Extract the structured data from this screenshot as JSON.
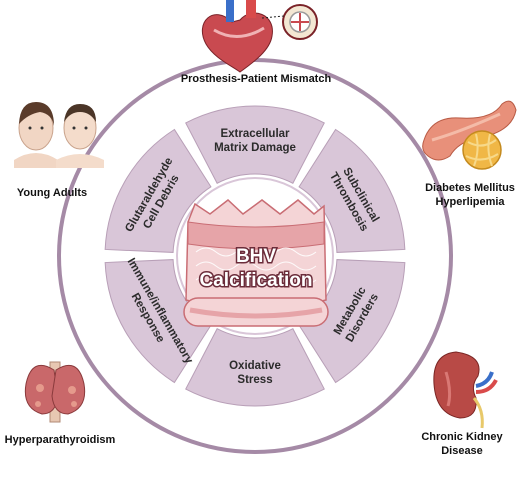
{
  "center": {
    "title_line1": "BHV",
    "title_line2": "Calcification"
  },
  "segments": [
    {
      "line1": "Extracellular",
      "line2": "Matrix Damage"
    },
    {
      "line1": "Subclinical",
      "line2": "Thrombosis"
    },
    {
      "line1": "Metabolic",
      "line2": "Disorders"
    },
    {
      "line1": "Oxidative",
      "line2": "Stress"
    },
    {
      "line1": "Immune/inflammatory",
      "line2": "Response"
    },
    {
      "line1": "Glutaraldehyde",
      "line2": "Cell Debris"
    }
  ],
  "factors": {
    "top": {
      "line1": "Prosthesis-Patient Mismatch",
      "icon": "heart-icon"
    },
    "left_top": {
      "line1": "Young Adults",
      "icon": "faces-icon"
    },
    "right_top": {
      "line1": "Diabetes Mellitus",
      "line2": "Hyperlipemia",
      "icon": "pancreas-icon"
    },
    "left_bottom": {
      "line1": "Hyperparathyroidism",
      "icon": "thyroid-icon"
    },
    "right_bottom": {
      "line1": "Chronic Kidney",
      "line2": "Disease",
      "icon": "kidney-icon"
    }
  },
  "colors": {
    "ring": "#a58aa6",
    "segment_fill": "#d9c6d8",
    "segment_stroke": "#b89fb7",
    "valve": "#e6a4a8",
    "valve_dark": "#c96d74"
  }
}
